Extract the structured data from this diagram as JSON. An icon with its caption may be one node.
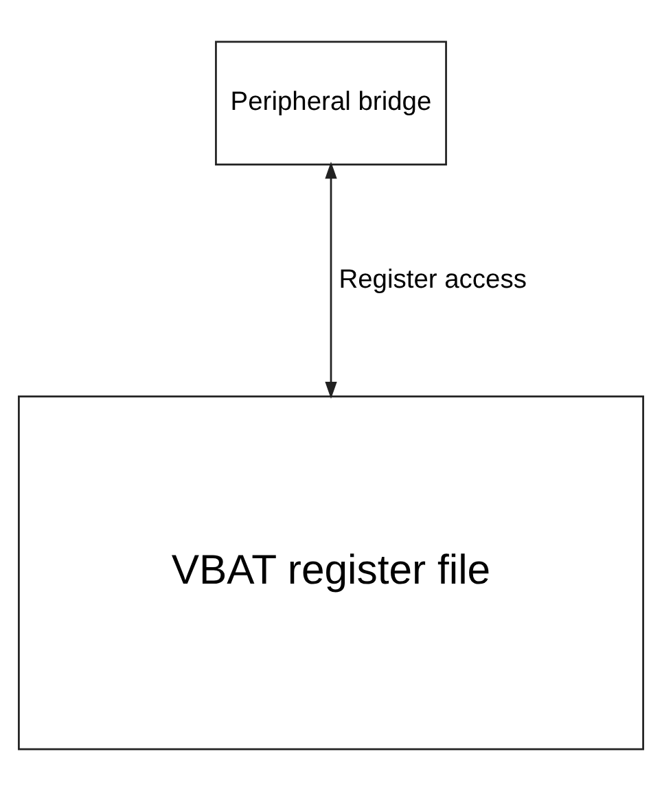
{
  "diagram": {
    "nodes": [
      {
        "text": [
          "Peripheral bridge"
        ]
      },
      {
        "text": [
          "VBAT register file"
        ]
      }
    ],
    "edges": [
      {
        "from": 0,
        "to": 1,
        "arrow": "both",
        "label": "Register access"
      }
    ]
  }
}
